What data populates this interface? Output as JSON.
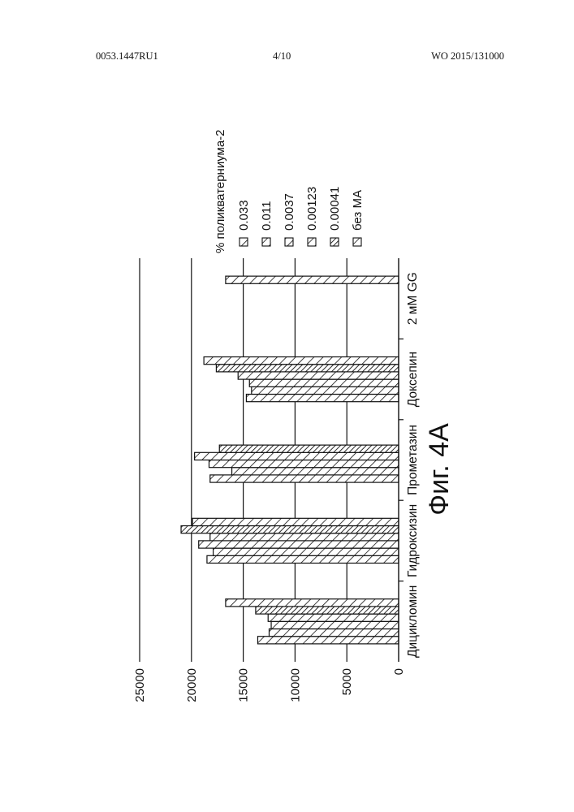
{
  "header": {
    "left": "0053.1447RU1",
    "center": "4/10",
    "right": "WO 2015/131000"
  },
  "figure_caption": "Фиг. 4A",
  "chart_data": {
    "type": "bar",
    "orientation": "rotated-90-ccw",
    "categories": [
      "Дицикломин",
      "Гидроксизин",
      "Прометазин",
      "Доксепин",
      "2 мМ GG"
    ],
    "legend_title": "% поликватерниума-2",
    "series": [
      {
        "name": "0.033",
        "values": [
          13600,
          18500,
          18200,
          14700,
          null
        ]
      },
      {
        "name": "0.011",
        "values": [
          12500,
          17900,
          16100,
          14200,
          null
        ]
      },
      {
        "name": "0.0037",
        "values": [
          12300,
          19300,
          18300,
          14400,
          null
        ]
      },
      {
        "name": "0.00123",
        "values": [
          12600,
          18200,
          19700,
          15500,
          null
        ]
      },
      {
        "name": "0.00041",
        "values": [
          13800,
          21000,
          17300,
          17600,
          null
        ]
      },
      {
        "name": "без МА",
        "values": [
          16700,
          19900,
          null,
          18800,
          16700
        ]
      }
    ],
    "yticks": [
      0,
      5000,
      10000,
      15000,
      20000,
      25000
    ],
    "ylim": [
      0,
      25000
    ],
    "grid": true,
    "legend_position": "top"
  }
}
